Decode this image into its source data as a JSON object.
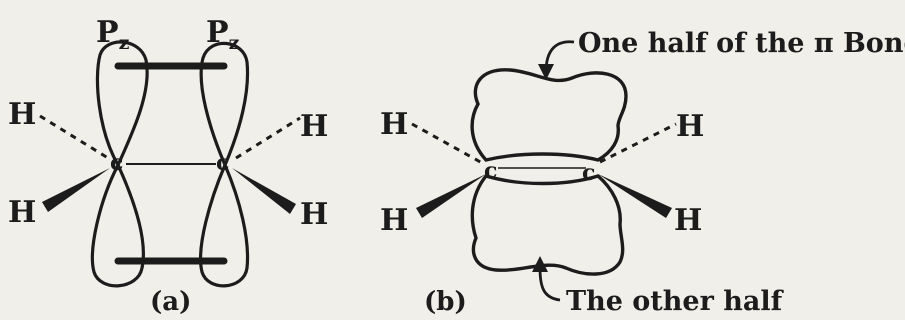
{
  "panel_a": {
    "orbital_label_left": "P",
    "orbital_label_left_sub": "z",
    "orbital_label_right": "P",
    "orbital_label_right_sub": "z",
    "atom_left": "c",
    "atom_right": "c",
    "h_top_left": "H",
    "h_bottom_left": "H",
    "h_top_right": "H",
    "h_bottom_right": "H",
    "caption": "(a)"
  },
  "panel_b": {
    "atom_left": "c",
    "atom_right": "c",
    "h_top_left": "H",
    "h_bottom_left": "H",
    "h_top_right": "H",
    "h_bottom_right": "H",
    "caption": "(b)",
    "annotation_top": "One half of the π Bond",
    "annotation_bottom": "The other half"
  },
  "colors": {
    "ink": "#1c1c1c",
    "paper": "#f1efe9"
  }
}
